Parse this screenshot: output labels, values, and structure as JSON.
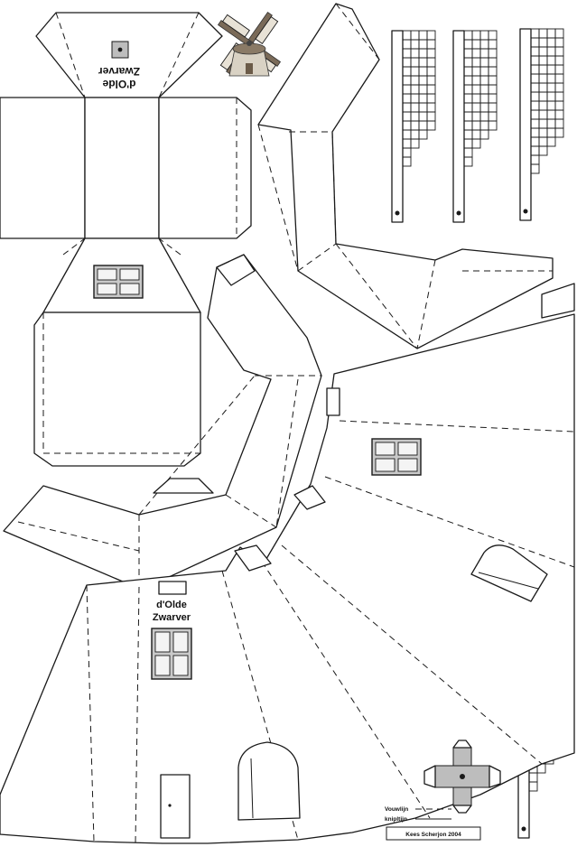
{
  "sheet": {
    "mill_name_line1": "d'Olde",
    "mill_name_line2": "Zwarver",
    "legend_fold": "Vouwlijn",
    "legend_cut": "knipltijn",
    "credit": "Kees Scherjon 2004"
  },
  "icons": {
    "windmill": "windmill-thumbnail-icon",
    "cap_piece": "cap-cross-piece-icon"
  },
  "colors": {
    "line": "#1a1a1a",
    "window_fill": "#c9c9c9",
    "paper": "#ffffff"
  }
}
